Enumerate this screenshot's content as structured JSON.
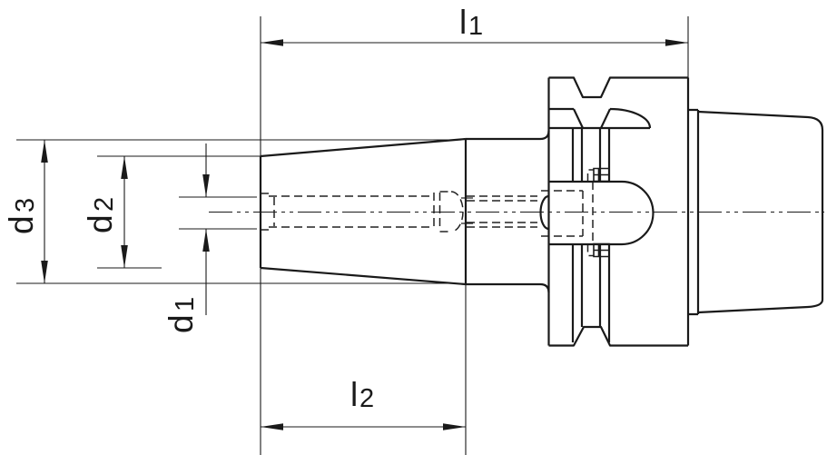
{
  "drawing": {
    "kind": "technical-dimension-drawing",
    "subject": "tool-holder-with-hollow-taper-shank",
    "colors": {
      "line": "#1a1a1a",
      "background": "#ffffff"
    },
    "labels": {
      "l1": {
        "main": "l",
        "sub": "1"
      },
      "l2": {
        "main": "l",
        "sub": "2"
      },
      "d1": {
        "main": "d",
        "sub": "1"
      },
      "d2": {
        "main": "d",
        "sub": "2"
      },
      "d3": {
        "main": "d",
        "sub": "3"
      }
    }
  }
}
